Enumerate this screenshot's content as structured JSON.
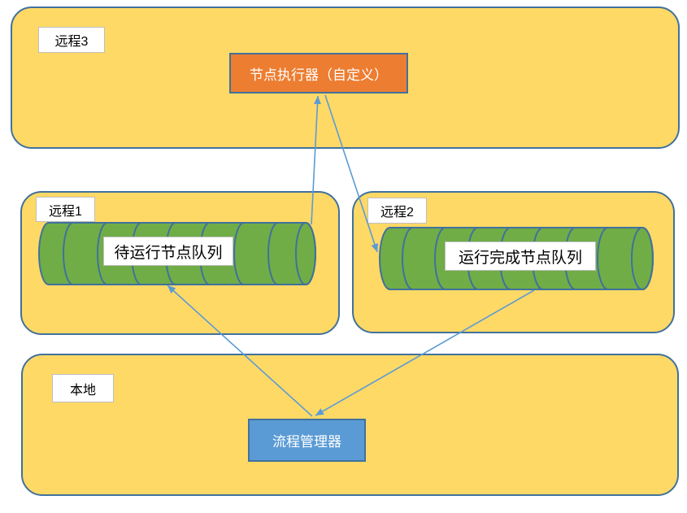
{
  "diagram": {
    "containers": [
      {
        "id": "remote3",
        "label": "远程3"
      },
      {
        "id": "remote1",
        "label": "远程1"
      },
      {
        "id": "remote2",
        "label": "远程2"
      },
      {
        "id": "local",
        "label": "本地"
      }
    ],
    "nodes": [
      {
        "id": "node-executor",
        "label": "节点执行器（自定义）",
        "type": "box",
        "fill": "#ED7D31"
      },
      {
        "id": "pending-queue",
        "label": "待运行节点队列",
        "type": "cylinder",
        "fill": "#70AD47"
      },
      {
        "id": "completed-queue",
        "label": "运行完成节点队列",
        "type": "cylinder",
        "fill": "#70AD47"
      },
      {
        "id": "flow-manager",
        "label": "流程管理器",
        "type": "box",
        "fill": "#5B9BD5"
      }
    ],
    "edges": [
      {
        "from": "pending-queue",
        "to": "node-executor"
      },
      {
        "from": "node-executor",
        "to": "completed-queue"
      },
      {
        "from": "flow-manager",
        "to": "pending-queue"
      },
      {
        "from": "completed-queue",
        "to": "flow-manager"
      }
    ],
    "colors": {
      "container_fill": "#FFD966",
      "shape_border": "#41719C",
      "cylinder_fill": "#70AD47",
      "executor_fill": "#ED7D31",
      "manager_fill": "#5B9BD5",
      "arrow": "#5B9BD5",
      "label_bg": "#FFFFFF",
      "label_border": "#BFBFBF"
    }
  }
}
